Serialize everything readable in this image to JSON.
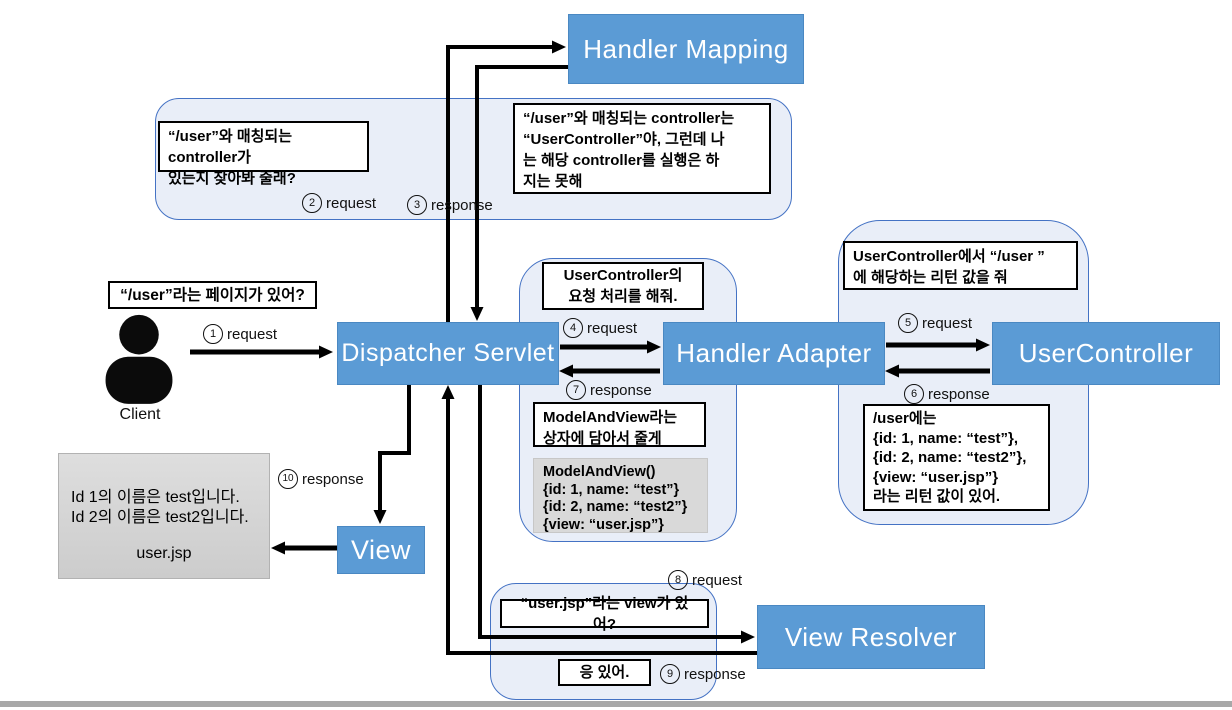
{
  "nodes": {
    "handler_mapping": "Handler Mapping",
    "dispatcher_servlet": "Dispatcher Servlet",
    "handler_adapter": "Handler Adapter",
    "user_controller": "UserController",
    "view": "View",
    "view_resolver": "View Resolver"
  },
  "client": {
    "label": "Client",
    "speech": "“/user”라는 페이지가 있어?"
  },
  "handler_mapping_group": {
    "request_box": "“/user”와 매칭되는 controller가\n있는지 찾아봐 줄래?",
    "response_box": "“/user”와 매칭되는 controller는\n“UserController”야, 그런데 나\n는 해당 controller를 실행은 하\n지는 못해"
  },
  "handler_adapter_group": {
    "request_box": "UserController의\n요청 처리를 해줘.",
    "response_box": "ModelAndView라는\n상자에 담아서 줄게",
    "payload_box": "ModelAndView()\n{id: 1, name: “test”}\n{id: 2, name: “test2”}\n{view: “user.jsp”}"
  },
  "user_controller_group": {
    "request_box": "UserController에서 “/user ”\n에 해당하는 리턴 값을 줘",
    "response_box": "/user에는\n{id: 1, name: “test”},\n{id: 2, name: “test2”},\n{view: “user.jsp”}\n라는 리턴 값이 있어."
  },
  "view_resolver_group": {
    "request_box": "“user.jsp”라는 view가 있어?",
    "response_box": "응 있어."
  },
  "jsp_preview": {
    "content": "Id 1의 이름은 test입니다.\nId 2의 이름은 test2입니다.",
    "filename": "user.jsp"
  },
  "steps": {
    "s1": {
      "num": "1",
      "text": "request"
    },
    "s2": {
      "num": "2",
      "text": "request"
    },
    "s3": {
      "num": "3",
      "text": "response"
    },
    "s4": {
      "num": "4",
      "text": "request"
    },
    "s5": {
      "num": "5",
      "text": "request"
    },
    "s6": {
      "num": "6",
      "text": "response"
    },
    "s7": {
      "num": "7",
      "text": "response"
    },
    "s8": {
      "num": "8",
      "text": "request"
    },
    "s9": {
      "num": "9",
      "text": "response"
    },
    "s10": {
      "num": "10",
      "text": "response"
    }
  },
  "colors": {
    "node_blue": "#5B9BD5",
    "container_fill": "#E9EEF8",
    "container_border": "#4472C4",
    "gray_box": "#D9D9D9",
    "footer_bar": "#A8A8A8",
    "arrow": "#000000"
  }
}
